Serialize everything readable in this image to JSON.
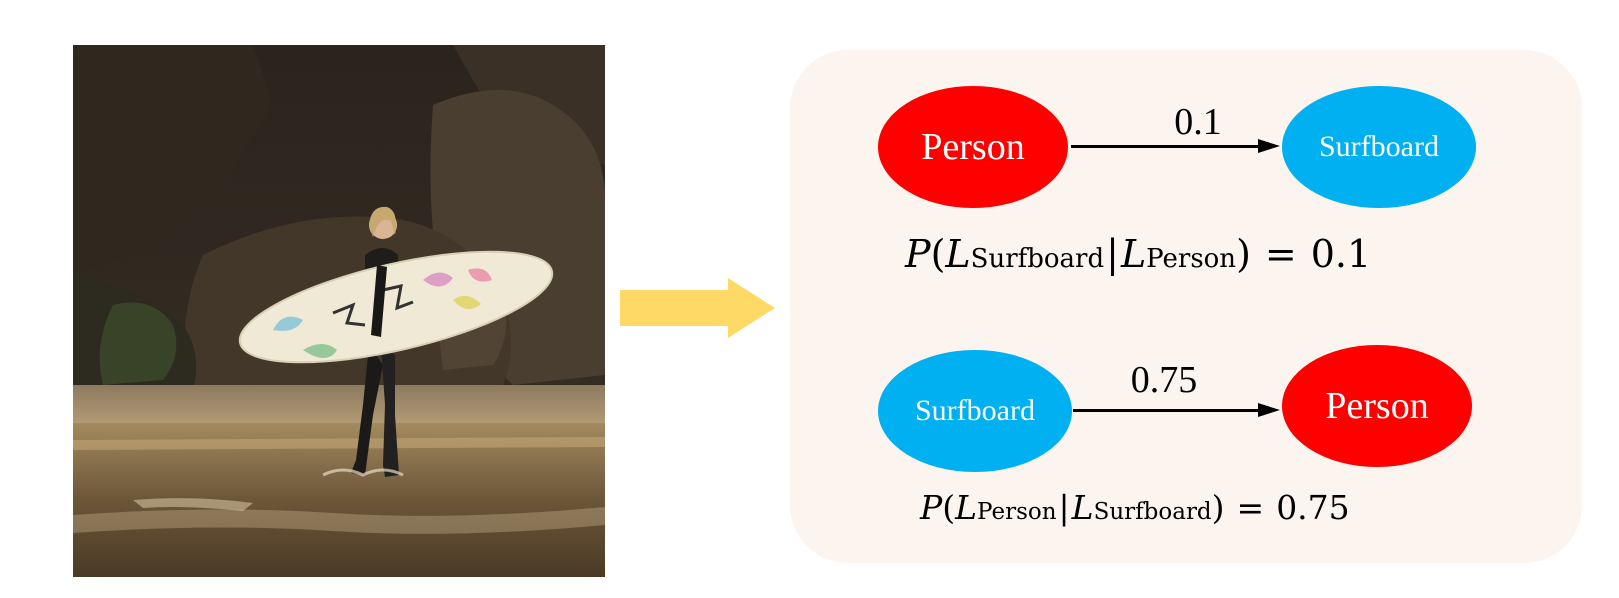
{
  "diagram": {
    "relations": [
      {
        "source": "Person",
        "target": "Surfboard",
        "edge_label": "0.1",
        "formula": {
          "p": "P",
          "open": "(",
          "l": "L",
          "given_sub": "Surfboard",
          "bar": "|",
          "cond_sub": "Person",
          "close": ")",
          "equals": "=",
          "value": "0.1"
        }
      },
      {
        "source": "Surfboard",
        "target": "Person",
        "edge_label": "0.75",
        "formula": {
          "p": "P",
          "open": "(",
          "l": "L",
          "given_sub": "Person",
          "bar": "|",
          "cond_sub": "Surfboard",
          "close": ")",
          "equals": "=",
          "value": "0.75"
        }
      }
    ]
  },
  "colors": {
    "person_node": "#ff0000",
    "surfboard_node": "#00b0f0",
    "panel_bg": "#fcf4ef",
    "big_arrow": "#ffd966"
  }
}
